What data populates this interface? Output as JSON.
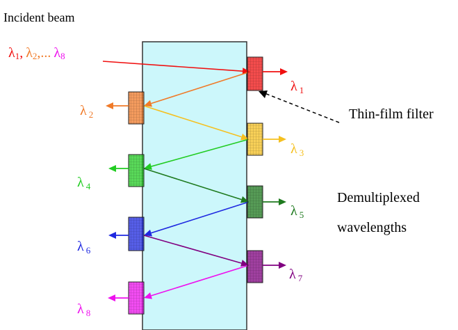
{
  "labels": {
    "incident_beam": "Incident beam",
    "input_label": "λ 1, λ 2,... λ 8",
    "thin_film_filter": "Thin-film filter",
    "demux_line1": "Demultiplexed",
    "demux_line2": "wavelengths"
  },
  "filters": [
    {
      "id": "1",
      "label": "λ 1",
      "color": "#f01010",
      "side": "right"
    },
    {
      "id": "2",
      "label": "λ 2",
      "color": "#f07a28",
      "side": "left"
    },
    {
      "id": "3",
      "label": "λ 3",
      "color": "#f5c020",
      "side": "right"
    },
    {
      "id": "4",
      "label": "λ 4",
      "color": "#22cc22",
      "side": "left"
    },
    {
      "id": "5",
      "label": "λ 5",
      "color": "#1e7a1e",
      "side": "right"
    },
    {
      "id": "6",
      "label": "λ 6",
      "color": "#1e28e0",
      "side": "left"
    },
    {
      "id": "7",
      "label": "λ 7",
      "color": "#800080",
      "side": "right"
    },
    {
      "id": "8",
      "label": "λ 8",
      "color": "#ee10ee",
      "side": "left"
    }
  ],
  "colors": {
    "slab_fill": "#ccf7fb",
    "slab_stroke": "#333333",
    "dashed_pointer": "#000000",
    "incident_text": "#000000"
  }
}
